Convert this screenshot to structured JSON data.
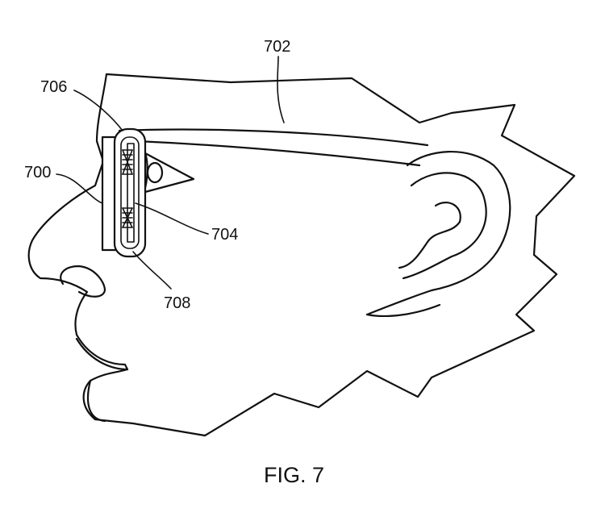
{
  "figure": {
    "caption": "FIG. 7"
  },
  "labels": {
    "headband": "702",
    "top_edge": "706",
    "device": "700",
    "display": "704",
    "bottom_edge": "708"
  },
  "colors": {
    "ink": "#111111",
    "background": "#ffffff"
  }
}
